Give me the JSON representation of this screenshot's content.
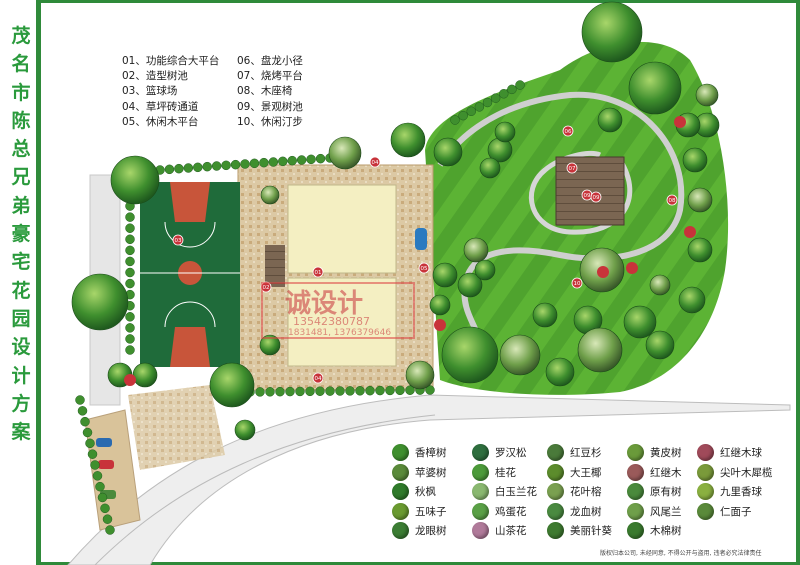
{
  "title_chars": [
    "茂",
    "名",
    "市",
    "陈",
    "总",
    "兄",
    "弟",
    "豪",
    "宅",
    "花",
    "园",
    "设",
    "计",
    "方",
    "案"
  ],
  "legend_left": [
    "01、功能综合大平台",
    "02、造型树池",
    "03、篮球场",
    "04、草坪砖通道",
    "05、休闲木平台"
  ],
  "legend_right": [
    "06、盘龙小径",
    "07、烧烤平台",
    "08、木座椅",
    "09、景观树池",
    "10、休闲汀步"
  ],
  "markers": [
    "01",
    "02",
    "03",
    "04",
    "05",
    "06",
    "07",
    "08",
    "09",
    "10"
  ],
  "watermark": {
    "text": "诚设计",
    "phone1": "13542380787",
    "phone2": "1831481, 1376379646"
  },
  "plants": [
    {
      "name": "香樟树",
      "color": "#3f8f2e"
    },
    {
      "name": "苹婆树",
      "color": "#5a8a3a"
    },
    {
      "name": "秋枫",
      "color": "#2f7a2a"
    },
    {
      "name": "五味子",
      "color": "#6a9a30"
    },
    {
      "name": "龙眼树",
      "color": "#3c7d34"
    },
    {
      "name": "罗汉松",
      "color": "#2e6e3e"
    },
    {
      "name": "桂花",
      "color": "#4c9a3a"
    },
    {
      "name": "白玉兰花",
      "color": "#8ab870"
    },
    {
      "name": "鸡蛋花",
      "color": "#5aa046"
    },
    {
      "name": "山茶花",
      "color": "#b07a9a"
    },
    {
      "name": "红豆杉",
      "color": "#4a7a3a"
    },
    {
      "name": "大王椰",
      "color": "#5c8c2c"
    },
    {
      "name": "花叶榕",
      "color": "#7aa050"
    },
    {
      "name": "龙血树",
      "color": "#4a8a40"
    },
    {
      "name": "美丽针葵",
      "color": "#3e7a30"
    },
    {
      "name": "黄皮树",
      "color": "#6a9a3a"
    },
    {
      "name": "红继木",
      "color": "#9a5a5a"
    },
    {
      "name": "原有树",
      "color": "#4a8a3c"
    },
    {
      "name": "风尾兰",
      "color": "#6f9f4a"
    },
    {
      "name": "木棉树",
      "color": "#3a7a2e"
    },
    {
      "name": "红继木球",
      "color": "#a04a5a"
    },
    {
      "name": "尖叶木犀榄",
      "color": "#7a9a3a"
    },
    {
      "name": "九里香球",
      "color": "#8ab040"
    },
    {
      "name": "仁面子",
      "color": "#5a8a3a"
    }
  ],
  "copyright": "版权归本公司, 未经同意, 不得公开与盗用, 违者必究法律责任",
  "colors": {
    "accent": "#2f8a3a",
    "court": "#1f6b3a",
    "court_key": "#c8553a",
    "lawn": "#4fa830",
    "paving": "#d9c39a",
    "deck": "#6e5a48",
    "building": "#f4efc2"
  }
}
